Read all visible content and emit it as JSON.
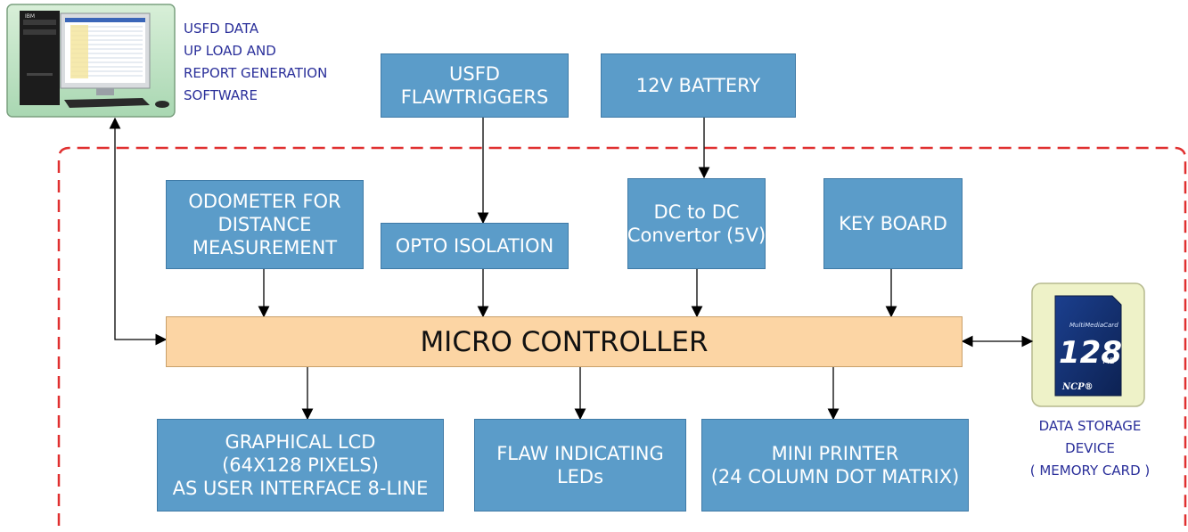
{
  "pc_label": [
    "USFD DATA",
    "UP LOAD AND",
    "REPORT GENERATION",
    "SOFTWARE"
  ],
  "flaw_triggers": [
    "USFD",
    "FLAWTRIGGERS"
  ],
  "battery": [
    "12V BATTERY"
  ],
  "odometer": [
    "ODOMETER FOR",
    "DISTANCE",
    "MEASUREMENT"
  ],
  "opto": [
    "OPTO ISOLATION"
  ],
  "dcdc": [
    "DC to DC",
    "Convertor (5V)"
  ],
  "keyboard": [
    "KEY BOARD"
  ],
  "micro_controller": "MICRO CONTROLLER",
  "lcd": [
    "GRAPHICAL LCD",
    "(64X128 PIXELS)",
    "AS USER INTERFACE 8-LINE"
  ],
  "leds": [
    "FLAW INDICATING",
    "LEDs"
  ],
  "printer": [
    "MINI PRINTER",
    "(24 COLUMN DOT MATRIX)"
  ],
  "storage_label": [
    "DATA STORAGE",
    "DEVICE",
    "( MEMORY CARD )"
  ],
  "memory_card": {
    "brand": "MultiMediaCard",
    "capacity": "128",
    "unit": "MB",
    "maker": "NCP®"
  },
  "computer_logo": "IBM",
  "colors": {
    "block_fill": "#5b9cc9",
    "controller_fill": "#fcd5a4",
    "boundary_dash": "#e03030",
    "label_text": "#2a2f9a"
  }
}
